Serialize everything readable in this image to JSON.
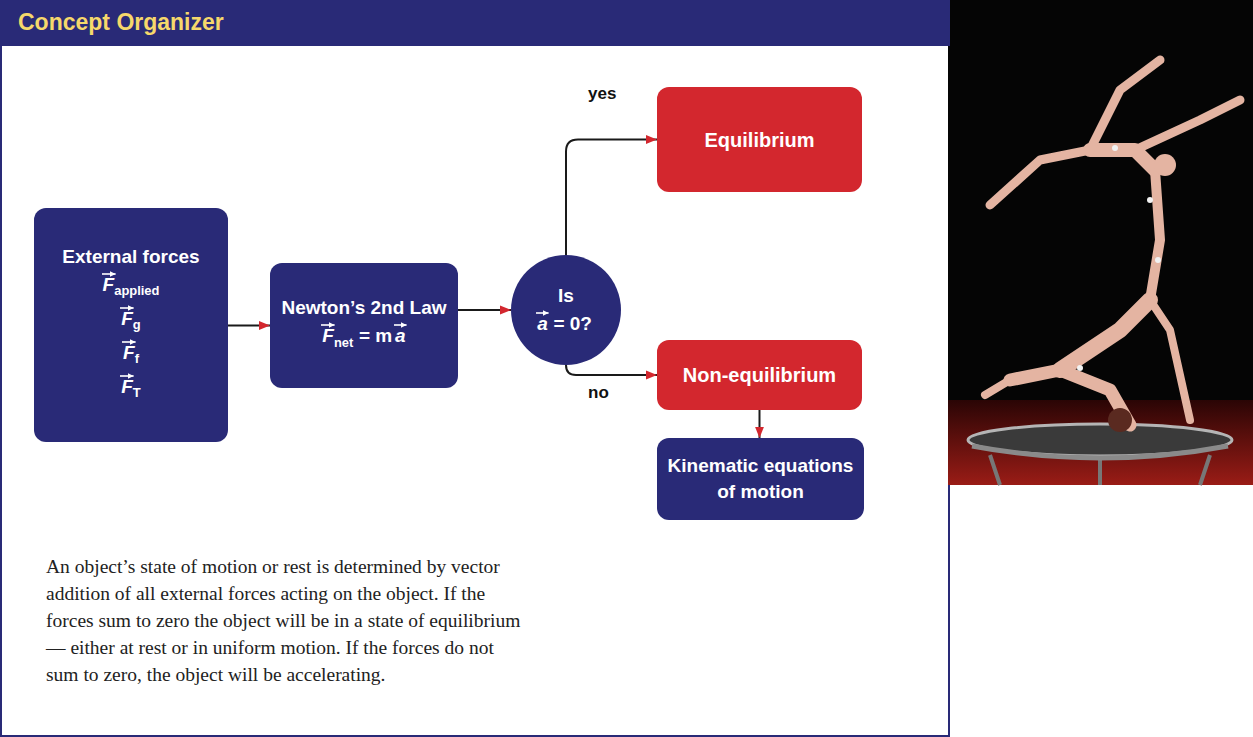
{
  "diagram": {
    "title": "Concept Organizer",
    "caption": "An object’s state of motion or rest is determined by vector addition of all external forces acting on the object. If the forces sum to zero the object will be in a state of equilibrium — either at rest or in uniform motion. If the forces do not sum to zero, the object will be accelerating.",
    "nodes": [
      {
        "text": [
          "External forces",
          "F",
          "applied",
          "F",
          "g",
          "F",
          "f",
          "F",
          "T"
        ]
      },
      {
        "text": [
          "Newton’s 2nd Law",
          "F",
          "net",
          "= m",
          "a"
        ]
      },
      {
        "text": [
          "Is",
          "a",
          "= 0?"
        ]
      },
      {
        "text": [
          "Equilibrium"
        ]
      },
      {
        "text": [
          "Non-equilibrium"
        ]
      },
      {
        "text": [
          "Kinematic equations of motion"
        ]
      }
    ],
    "edges": [
      {
        "from": 0,
        "to": 1,
        "arrow": "to"
      },
      {
        "from": 1,
        "to": 2,
        "arrow": "to"
      },
      {
        "from": 2,
        "to": 3,
        "label": "yes",
        "arrow": "to"
      },
      {
        "from": 2,
        "to": 4,
        "label": "no",
        "arrow": "to"
      },
      {
        "from": 4,
        "to": 5,
        "arrow": "to"
      }
    ]
  }
}
